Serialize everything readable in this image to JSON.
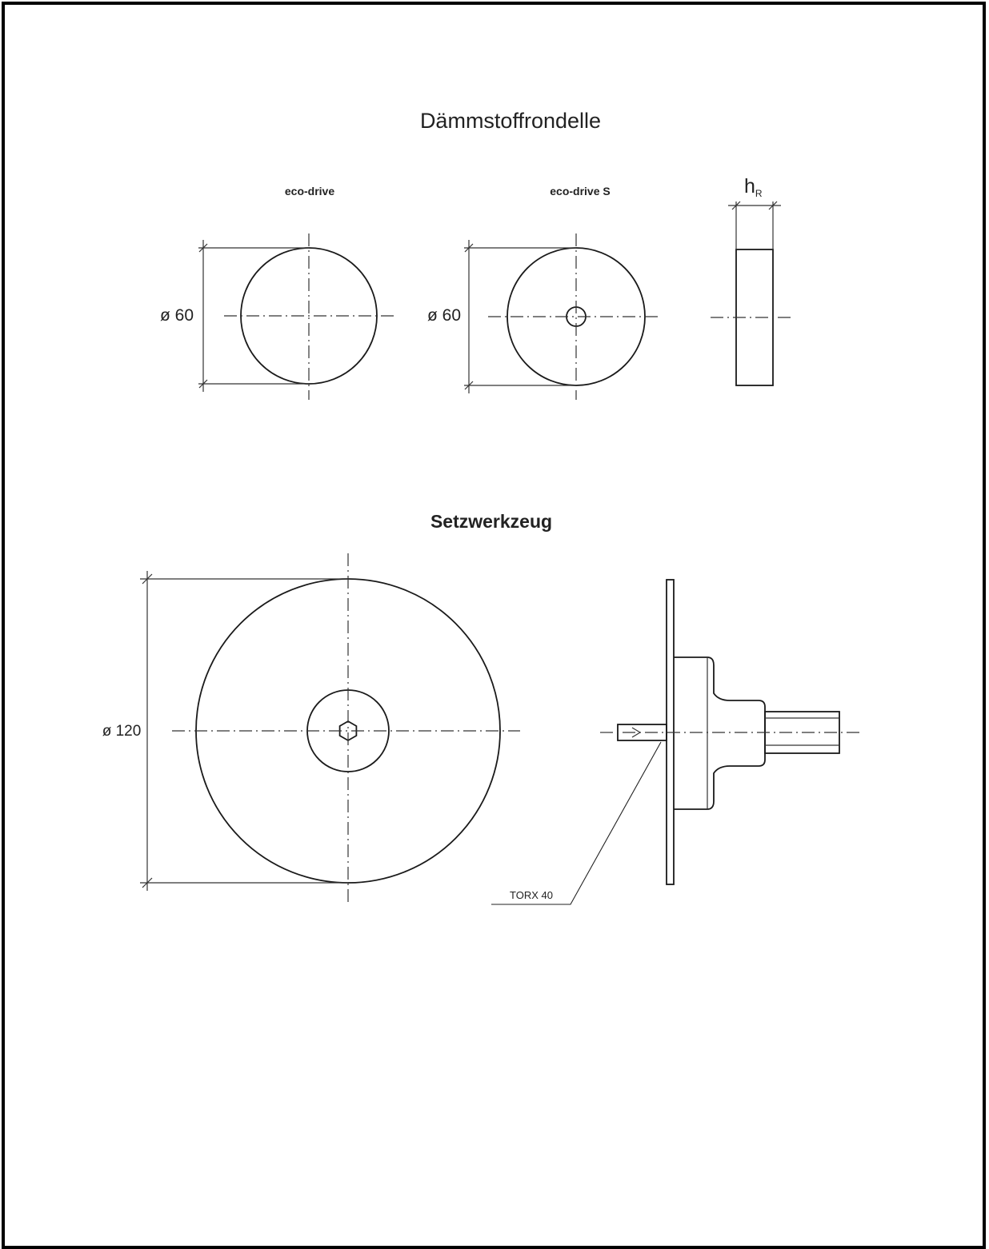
{
  "section_top": {
    "title": "Dämmstoffrondelle",
    "view1_label": "eco-drive",
    "view1_dim": "ø 60",
    "view2_label": "eco-drive S",
    "view2_dim": "ø 60",
    "side_dim_main": "h",
    "side_dim_sub": "R"
  },
  "section_bottom": {
    "title": "Setzwerkzeug",
    "front_dim": "ø 120",
    "callout": "TORX 40"
  }
}
